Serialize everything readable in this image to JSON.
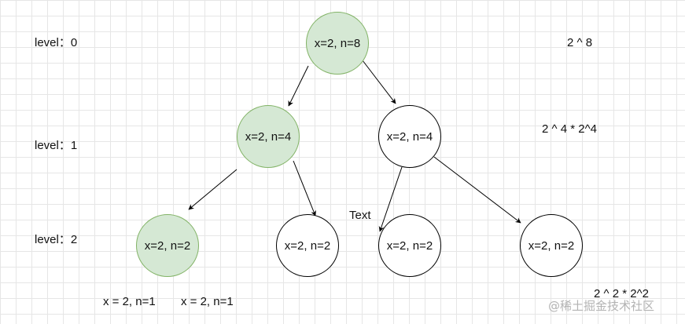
{
  "levels": {
    "l0": "level：0",
    "l1": "level：1",
    "l2": "level：2"
  },
  "nodes": {
    "root": "x=2, n=8",
    "l1_left": "x=2, n=4",
    "l1_right": "x=2, n=4",
    "l2_a": "x=2, n=2",
    "l2_b": "x=2, n=2",
    "l2_c": "x=2, n=2",
    "l2_d": "x=2, n=2"
  },
  "formulas": {
    "f0": "2 ^ 8",
    "f1": "2 ^ 4 * 2^4",
    "f2": "2 ^ 2 * 2^2"
  },
  "leaves": {
    "leaf1": "x = 2, n=1",
    "leaf2": "x = 2, n=1"
  },
  "edge_label": "Text",
  "watermark": "@稀土掘金技术社区",
  "colors": {
    "highlight_fill": "#d5e8d4",
    "highlight_stroke": "#82b366",
    "plain_fill": "#ffffff",
    "plain_stroke": "#000000"
  }
}
